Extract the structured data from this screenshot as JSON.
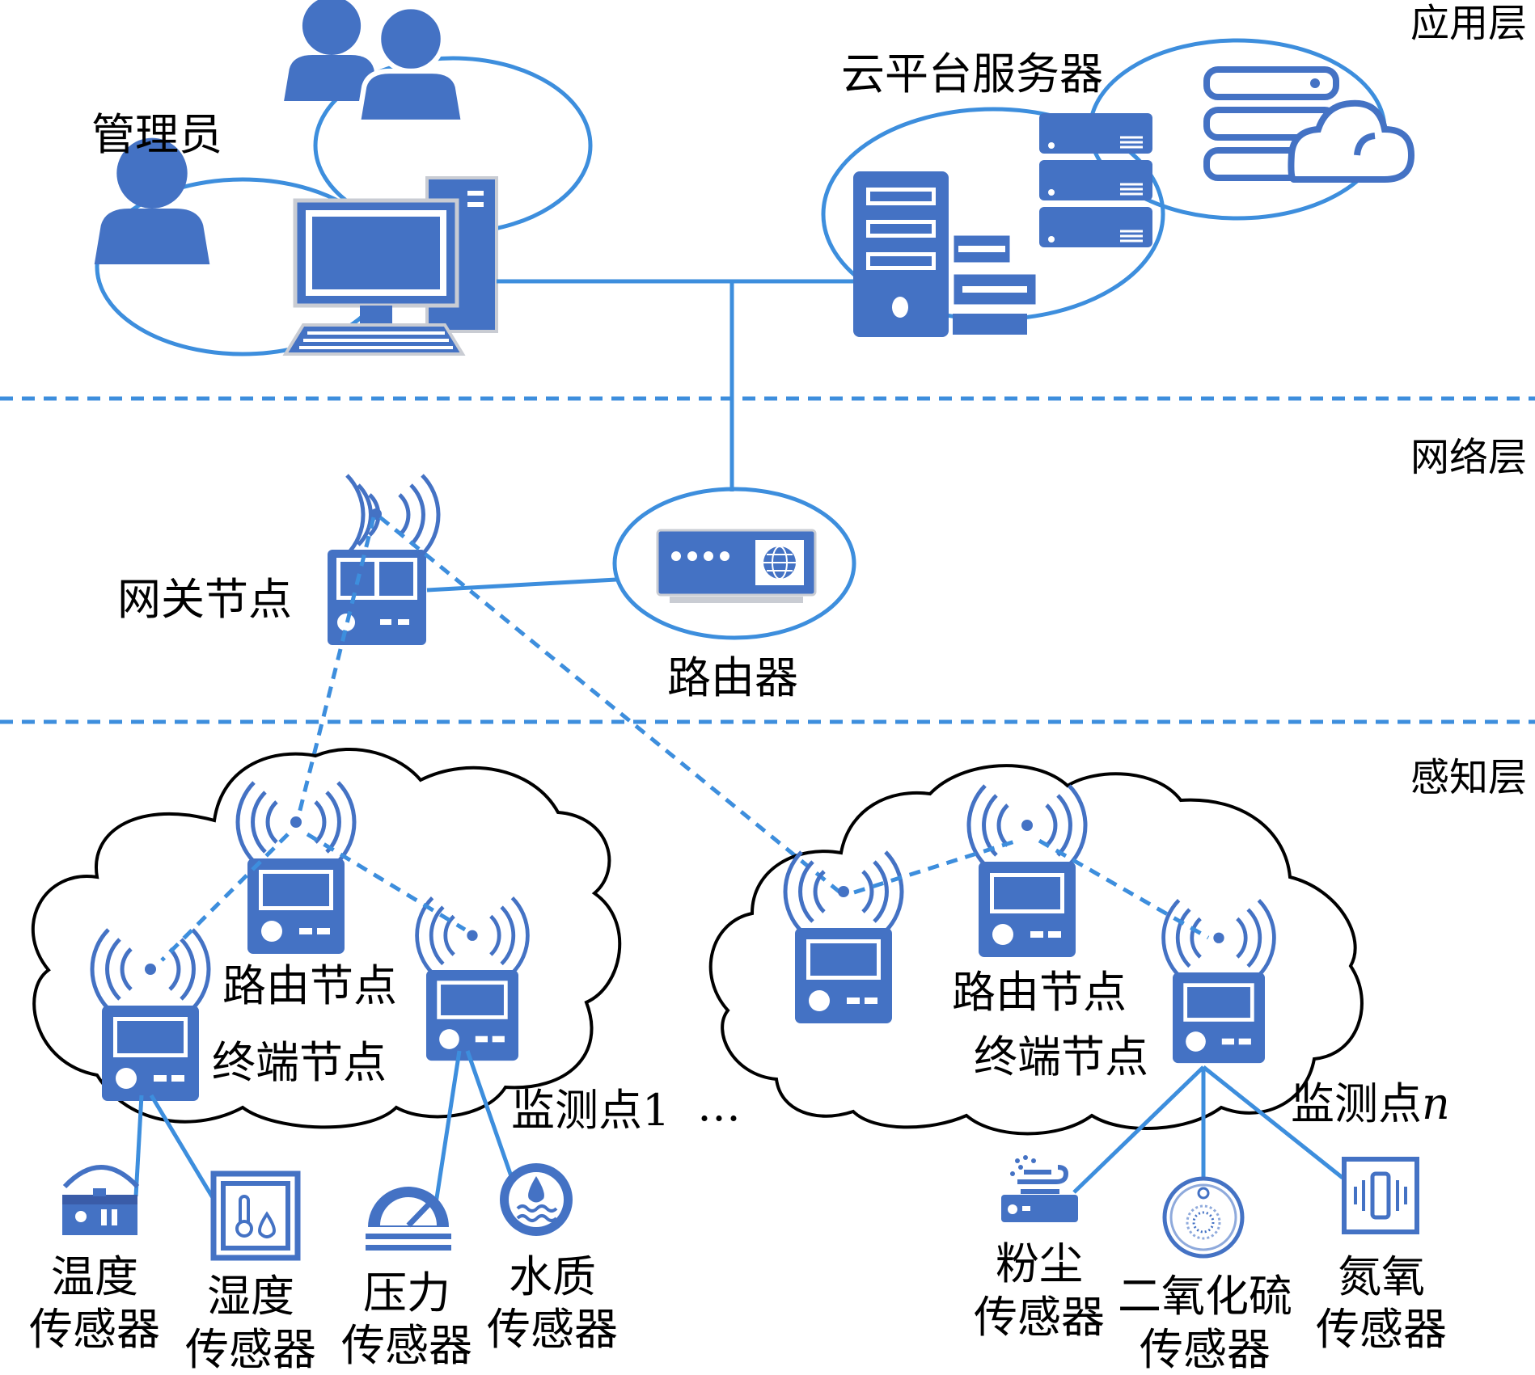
{
  "colors": {
    "blue": "#4472C4",
    "line": "#3D8EDD",
    "dark": "#3A5CA8",
    "grey": "#C9CCD3",
    "outline": "#000000"
  },
  "layers": {
    "application": "应用层",
    "network": "网络层",
    "perception": "感知层"
  },
  "application": {
    "admin_label": "管理员",
    "cloud_label": "云平台服务器"
  },
  "network": {
    "gateway_label": "网关节点",
    "router_label": "路由器"
  },
  "perception": {
    "cluster1": {
      "router_node_label": "路由节点",
      "terminal_node_label": "终端节点",
      "monitor_label": "监测点1",
      "ellipsis": "…",
      "sensors": [
        {
          "icon": "thermometer-device-icon",
          "lines": [
            "温度",
            "传感器"
          ]
        },
        {
          "icon": "humidity-icon",
          "lines": [
            "湿度",
            "传感器"
          ]
        },
        {
          "icon": "pressure-gauge-icon",
          "lines": [
            "压力",
            "传感器"
          ]
        },
        {
          "icon": "water-quality-icon",
          "lines": [
            "水质",
            "传感器"
          ]
        }
      ]
    },
    "cluster2": {
      "router_node_label": "路由节点",
      "terminal_node_label": "终端节点",
      "monitor_label": "监测点",
      "monitor_suffix": "n",
      "sensors": [
        {
          "icon": "dust-icon",
          "lines": [
            "粉尘",
            "传感器"
          ]
        },
        {
          "icon": "sulfur-dioxide-icon",
          "lines": [
            "二氧化硫",
            "传感器"
          ]
        },
        {
          "icon": "nitrogen-oxide-icon",
          "lines": [
            "氮氧",
            "传感器"
          ]
        }
      ]
    }
  }
}
